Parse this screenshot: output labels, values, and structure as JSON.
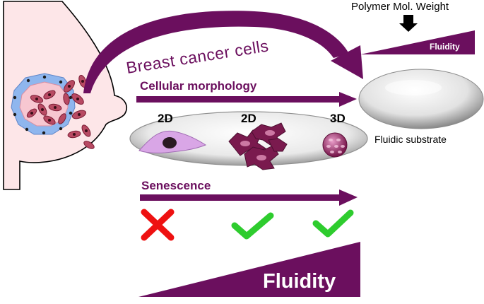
{
  "labels": {
    "breast_cancer_cells": "Breast cancer cells",
    "polymer_mol_weight": "Polymer Mol. Weight",
    "fluidity_small": "Fluidity",
    "cellular_morphology": "Cellular morphology",
    "dim_2d_a": "2D",
    "dim_2d_b": "2D",
    "dim_3d": "3D",
    "fluidic_substrate": "Fluidic substrate",
    "senescence": "Senescence",
    "fluidity_large": "Fluidity"
  },
  "senescence_marks": [
    "cross-icon",
    "check-icon",
    "check-icon"
  ],
  "colors": {
    "purple": "#6b0f5e",
    "breast_fill": "#fde6e8",
    "duct_blue": "#8fb6ee",
    "cell_red": "#b84a63",
    "cross_red": "#ee1111",
    "check_green": "#2ecc2e",
    "lavender_cell": "#d9a6e6"
  }
}
